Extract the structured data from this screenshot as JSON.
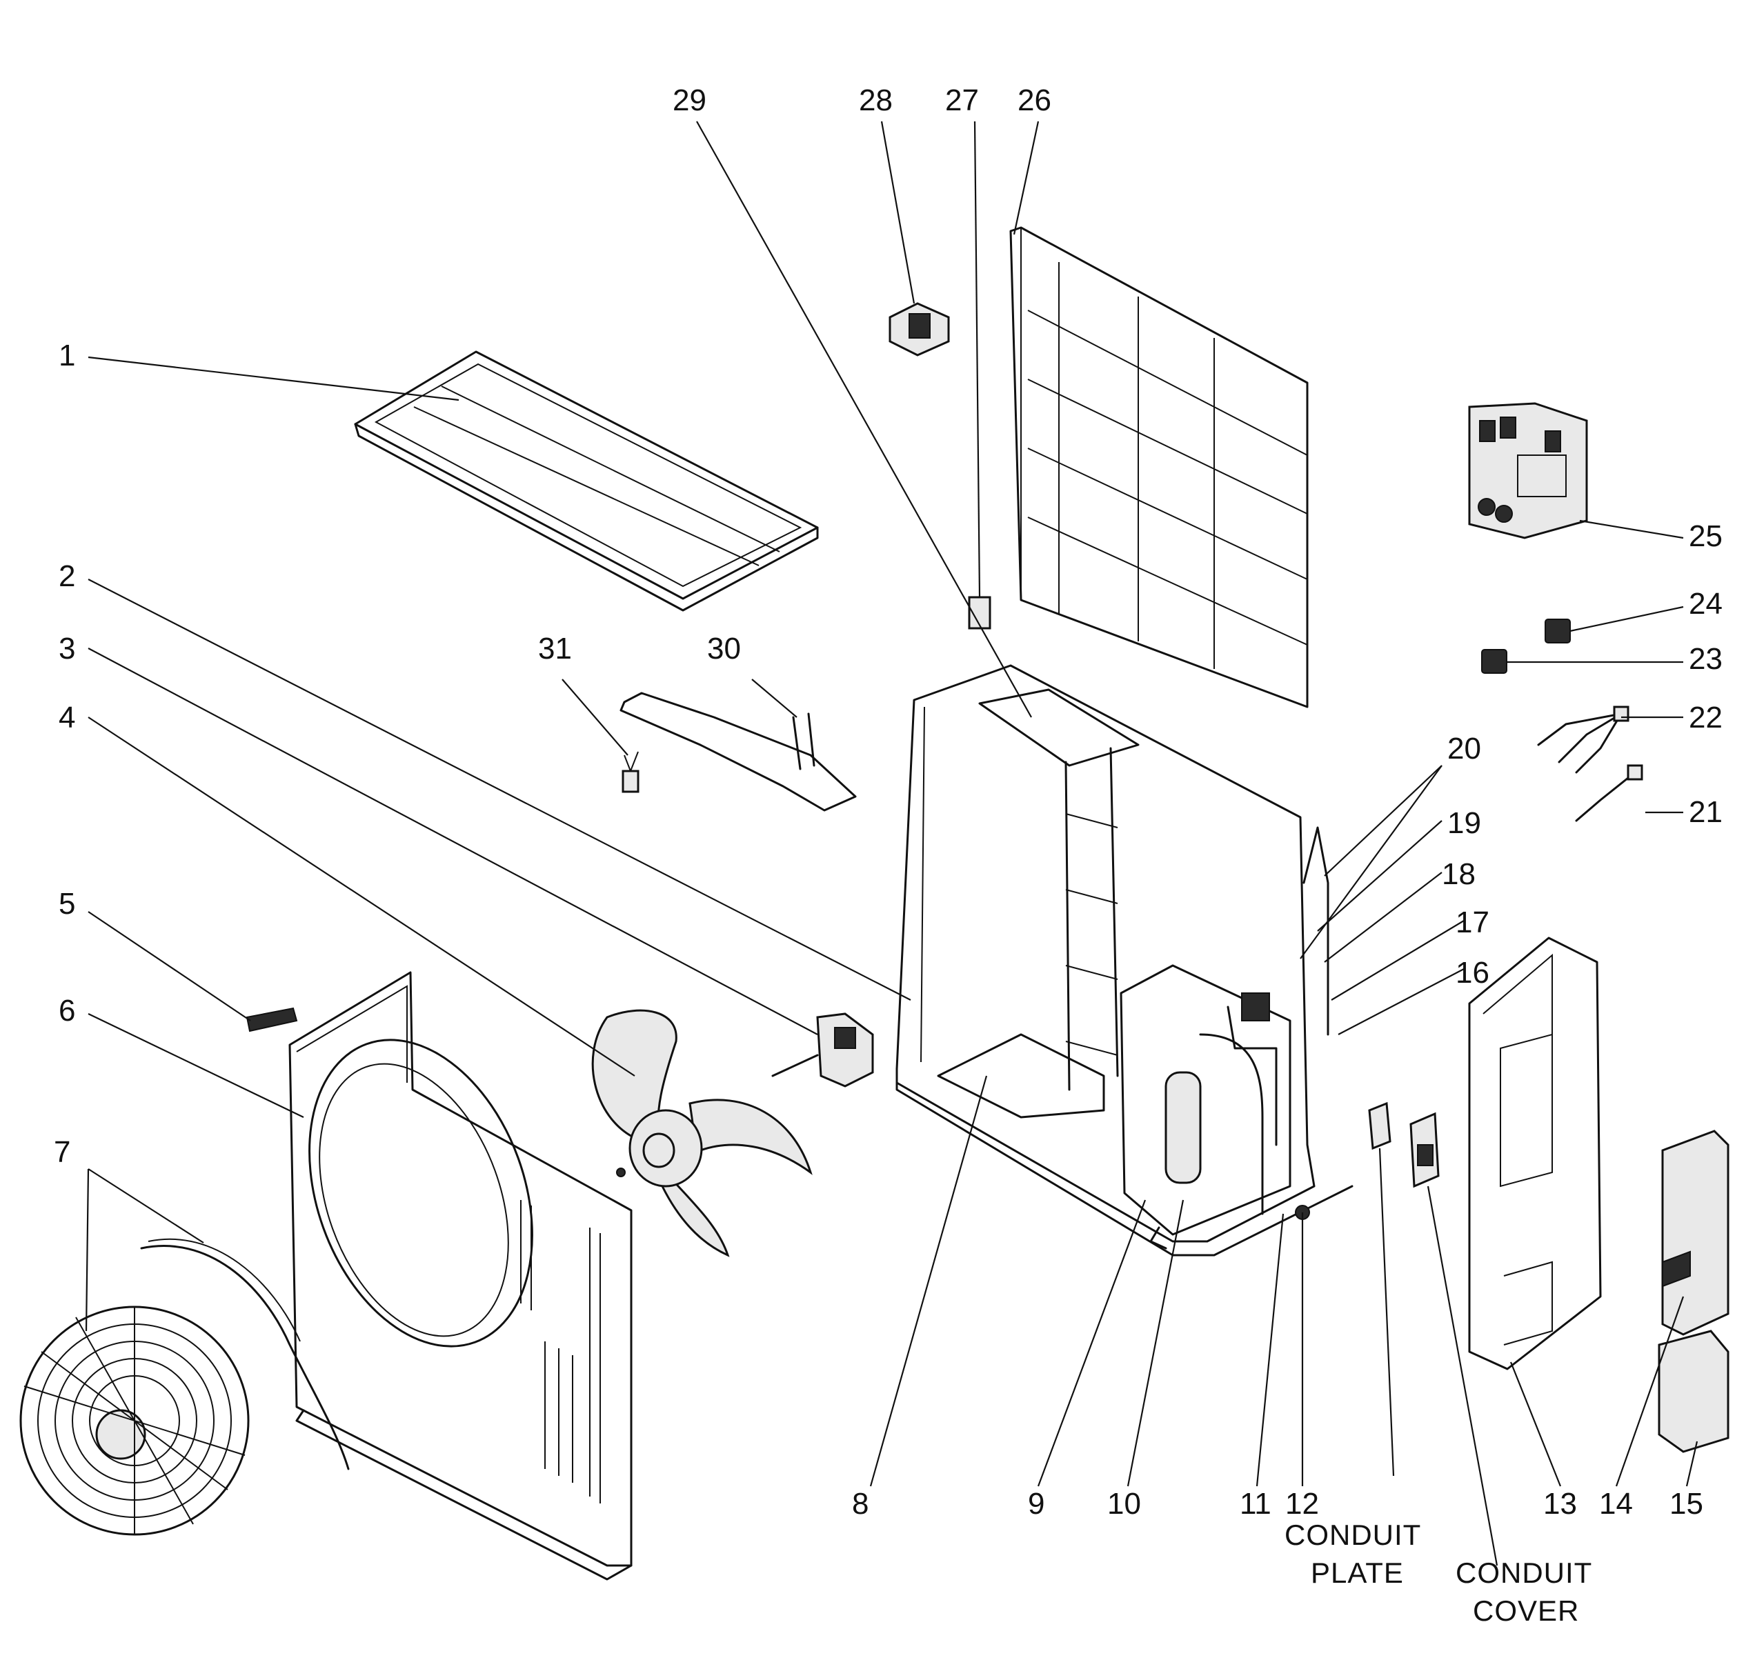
{
  "labels": [
    {
      "id": "1",
      "text": "1"
    },
    {
      "id": "2",
      "text": "2"
    },
    {
      "id": "3",
      "text": "3"
    },
    {
      "id": "4",
      "text": "4"
    },
    {
      "id": "5",
      "text": "5"
    },
    {
      "id": "6",
      "text": "6"
    },
    {
      "id": "7",
      "text": "7"
    },
    {
      "id": "8",
      "text": "8"
    },
    {
      "id": "9",
      "text": "9"
    },
    {
      "id": "10",
      "text": "10"
    },
    {
      "id": "11",
      "text": "11"
    },
    {
      "id": "12",
      "text": "12"
    },
    {
      "id": "13",
      "text": "13"
    },
    {
      "id": "14",
      "text": "14"
    },
    {
      "id": "15",
      "text": "15"
    },
    {
      "id": "16",
      "text": "16"
    },
    {
      "id": "17",
      "text": "17"
    },
    {
      "id": "18",
      "text": "18"
    },
    {
      "id": "19",
      "text": "19"
    },
    {
      "id": "20",
      "text": "20"
    },
    {
      "id": "21",
      "text": "21"
    },
    {
      "id": "22",
      "text": "22"
    },
    {
      "id": "23",
      "text": "23"
    },
    {
      "id": "24",
      "text": "24"
    },
    {
      "id": "25",
      "text": "25"
    },
    {
      "id": "26",
      "text": "26"
    },
    {
      "id": "27",
      "text": "27"
    },
    {
      "id": "28",
      "text": "28"
    },
    {
      "id": "29",
      "text": "29"
    },
    {
      "id": "30",
      "text": "30"
    },
    {
      "id": "31",
      "text": "31"
    }
  ],
  "text_labels": {
    "conduit_plate_line1": "CONDUIT",
    "conduit_plate_line2": "PLATE",
    "conduit_cover_line1": "CONDUIT",
    "conduit_cover_line2": "COVER"
  }
}
